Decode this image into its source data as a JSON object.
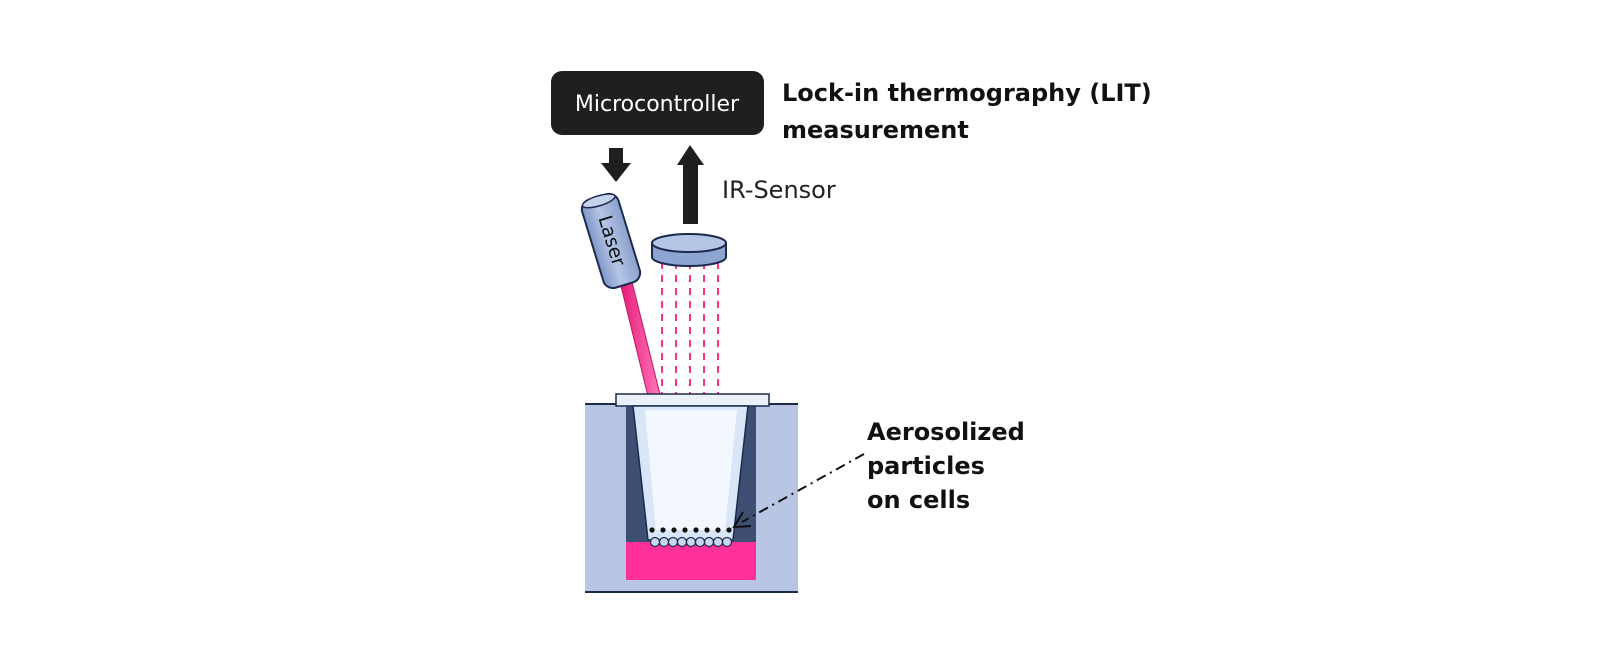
{
  "microcontroller": {
    "label": "Microcontroller"
  },
  "lit_title": {
    "line1": "Lock-in thermography (LIT)",
    "line2": "measurement"
  },
  "ir_sensor": {
    "label": "IR-Sensor"
  },
  "laser": {
    "label": "Laser"
  },
  "particles_label": {
    "line1": "Aerosolized",
    "line2": "particles",
    "line3": "on cells"
  },
  "colors": {
    "controller_box": "#1f1f1f",
    "laser_beam": "#ff3d9a",
    "ir_rays": "#ff2f7a",
    "device_body": "#9ab0d8",
    "device_edge": "#1c2a4d",
    "well_block": "#b8c6e4",
    "well_wall": "#3d4f73",
    "medium": "#ff2f9c",
    "insert_liquid": "#eaf3ff"
  }
}
